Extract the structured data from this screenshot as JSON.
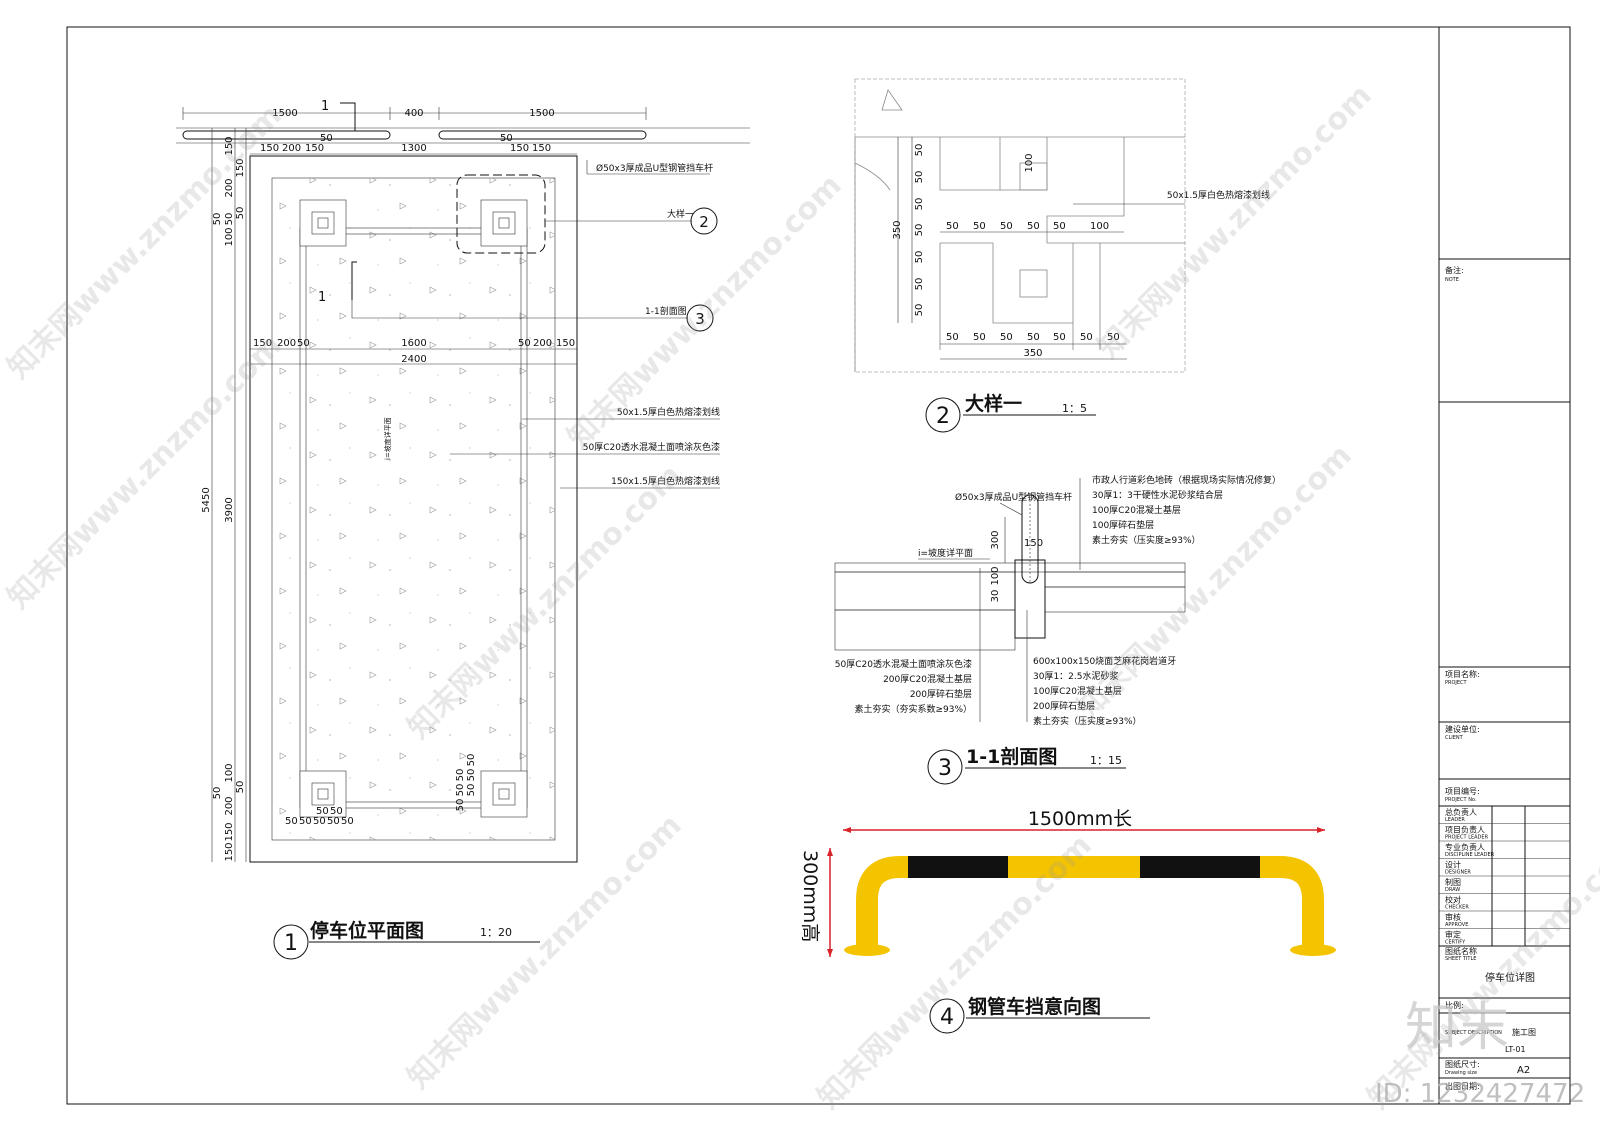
{
  "plan": {
    "title": "停车位平面图",
    "number": "1",
    "scale": "1：20",
    "dims_top": [
      "1500",
      "400",
      "1500"
    ],
    "dims_row2": [
      "150",
      "200",
      "150",
      "1300",
      "150",
      "150",
      "50",
      "50"
    ],
    "dims_row3": [
      "150",
      "200",
      "50",
      "1600",
      "50",
      "200",
      "150"
    ],
    "dim_total_width": "2400",
    "dims_left_outer": "5450",
    "dims_left_inner": "3900",
    "dims_left_top": [
      "150",
      "150",
      "200",
      "50",
      "50",
      "100",
      "50"
    ],
    "dims_left_bottom": [
      "100",
      "50",
      "50",
      "200",
      "150",
      "150"
    ],
    "dims_bottom": [
      "50",
      "50",
      "50",
      "50",
      "50",
      "50",
      "50"
    ],
    "dims_bottom_right": [
      "50",
      "50",
      "50",
      "50",
      "50",
      "50"
    ],
    "section_mark": "1",
    "callout_detail_label": "大样一",
    "callout_detail_no": "2",
    "callout_section_label": "1-1剖面图",
    "callout_section_no": "3",
    "note_pipe": "Ø50x3厚成品U型钢管挡车杆",
    "note_line": "50x1.5厚白色热熔漆划线",
    "note_concrete": "50厚C20透水混凝土面喷涂灰色漆",
    "note_edge": "150x1.5厚白色热熔漆划线",
    "slope_label": "i=坡度详平面"
  },
  "detail": {
    "title": "大样一",
    "number": "2",
    "scale": "1：5",
    "dims_left": [
      "50",
      "50",
      "50",
      "50",
      "50",
      "50",
      "50"
    ],
    "dim_left_total": "350",
    "dim_top_inner": "100",
    "dims_mid": [
      "50",
      "50",
      "50",
      "50",
      "50",
      "100"
    ],
    "dims_bottom": [
      "50",
      "50",
      "50",
      "50",
      "50",
      "50",
      "50"
    ],
    "dim_bottom_total": "350",
    "note": "50x1.5厚白色热熔漆划线"
  },
  "section": {
    "title": "1-1剖面图",
    "number": "3",
    "scale": "1：15",
    "note_pipe": "Ø50x3厚成品U型钢管挡车杆",
    "slope": "i=坡度详平面",
    "dim_300": "300",
    "dim_150": "150",
    "dim_100": "100",
    "dim_30": "30",
    "right_top": [
      "市政人行道彩色地砖（根据现场实际情况修复）",
      "30厚1：3干硬性水泥砂浆结合层",
      "100厚C20混凝土基层",
      "100厚碎石垫层",
      "素土夯实（压实度≥93%）"
    ],
    "left_bottom": [
      "50厚C20透水混凝土面喷涂灰色漆",
      "200厚C20混凝土基层",
      "200厚碎石垫层",
      "素土夯实（夯实系数≥93%）"
    ],
    "right_bottom": [
      "600x100x150烧面芝麻花岗岩道牙",
      "30厚1：2.5水泥砂浆",
      "100厚C20混凝土基层",
      "200厚碎石垫层",
      "素土夯实（压实度≥93%）"
    ]
  },
  "barrier": {
    "title": "钢管车挡意向图",
    "number": "4",
    "length_label": "1500mm长",
    "height_label": "300mm高",
    "color_yellow": "#f5c400",
    "color_black": "#111111"
  },
  "titleblock": {
    "note_cn": "备注:",
    "note_en": "NOTE",
    "project_cn": "项目名称:",
    "project_en": "PROJECT",
    "client_cn": "建设单位:",
    "client_en": "CLIENT",
    "projno_cn": "项目编号:",
    "projno_en": "PROJECT No.",
    "roles": [
      {
        "cn": "总负责人",
        "en": "LEADER"
      },
      {
        "cn": "项目负责人",
        "en": "PROJECT LEADER"
      },
      {
        "cn": "专业负责人",
        "en": "DISCIPLINE LEADER"
      },
      {
        "cn": "设计",
        "en": "DESIGNER"
      },
      {
        "cn": "制图",
        "en": "DRAW"
      },
      {
        "cn": "校对",
        "en": "CHECKER"
      },
      {
        "cn": "审核",
        "en": "APPROVE"
      },
      {
        "cn": "审定",
        "en": "CERTIFY"
      }
    ],
    "sheet_title_cn": "图纸名称",
    "sheet_title_en": "SHEET TITLE",
    "sheet_title": "停车位详图",
    "scale_cn": "比例:",
    "desc_label": "SUBJECT DESCRIPTION",
    "desc_value": "施工图",
    "sheet_no": "LT-01",
    "size_cn": "图纸尺寸:",
    "size_en": "Drawing size",
    "size_value": "A2",
    "date_cn": "出图日期:"
  },
  "watermark": {
    "brand": "知末网www.znzmo.com",
    "logo": "知末",
    "id_text": "ID: 1232427472"
  }
}
